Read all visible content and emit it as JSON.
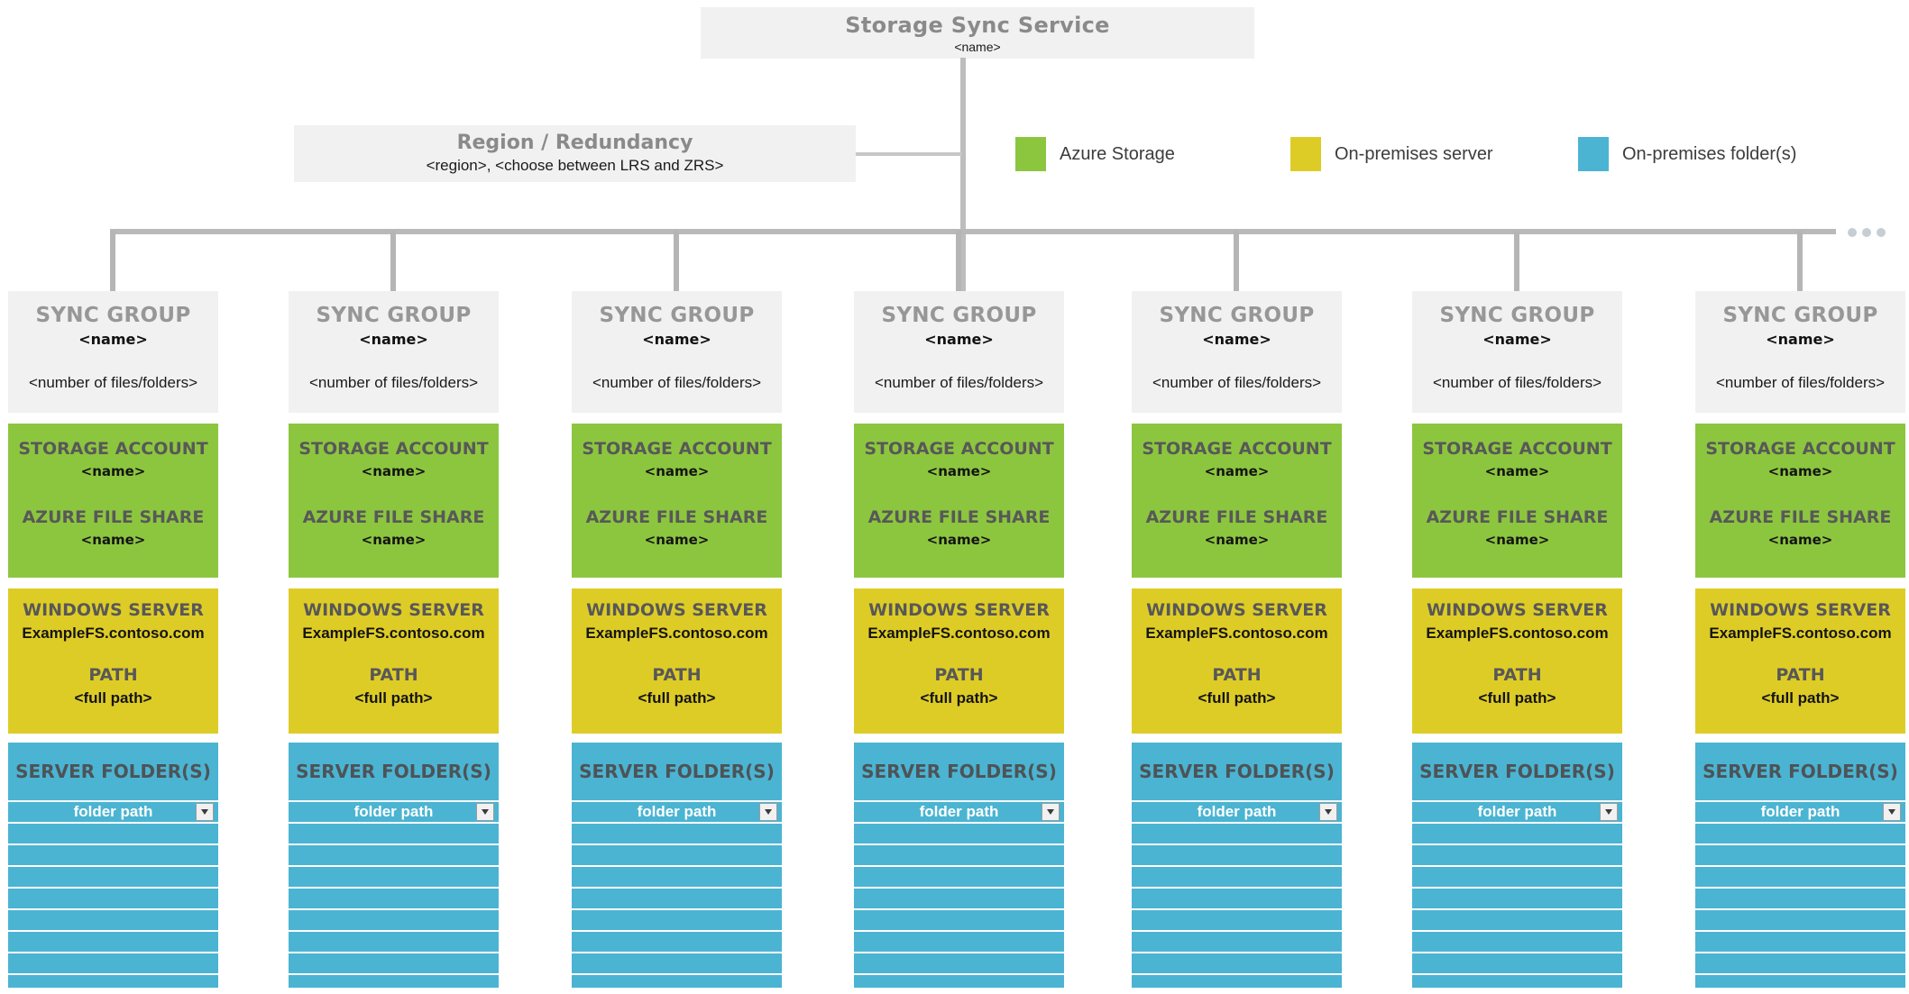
{
  "service_box": {
    "title": "Storage Sync Service",
    "name": "<name>"
  },
  "region_box": {
    "title": "Region / Redundancy",
    "subtitle": "<region>, <choose between LRS and ZRS>"
  },
  "legend": {
    "items": [
      {
        "label": "Azure Storage",
        "color": "#8CC63F"
      },
      {
        "label": "On-premises server",
        "color": "#DECC26"
      },
      {
        "label": "On-premises folder(s)",
        "color": "#4BB4D2"
      }
    ]
  },
  "ellipsis": "...",
  "colors": {
    "azure_green": "#8CC63F",
    "server_yellow": "#DECC26",
    "folder_teal": "#4BB4D2",
    "box_gray": "#F1F1F1",
    "connector_gray": "#B8B8B8"
  },
  "sync_groups": [
    {
      "header": {
        "title": "SYNC GROUP",
        "name": "<name>",
        "count": "<number of files/folders>"
      },
      "storage": {
        "account_label": "STORAGE ACCOUNT",
        "account_name": "<name>",
        "share_label": "AZURE FILE SHARE",
        "share_name": "<name>"
      },
      "server": {
        "label": "WINDOWS SERVER",
        "hostname": "ExampleFS.contoso.com",
        "path_label": "PATH",
        "path_value": "<full path>"
      },
      "folders": {
        "label": "SERVER FOLDER(S)",
        "selected": "folder path",
        "empty_rows": 7
      }
    },
    {
      "header": {
        "title": "SYNC GROUP",
        "name": "<name>",
        "count": "<number of files/folders>"
      },
      "storage": {
        "account_label": "STORAGE ACCOUNT",
        "account_name": "<name>",
        "share_label": "AZURE FILE SHARE",
        "share_name": "<name>"
      },
      "server": {
        "label": "WINDOWS SERVER",
        "hostname": "ExampleFS.contoso.com",
        "path_label": "PATH",
        "path_value": "<full path>"
      },
      "folders": {
        "label": "SERVER FOLDER(S)",
        "selected": "folder path",
        "empty_rows": 7
      }
    },
    {
      "header": {
        "title": "SYNC GROUP",
        "name": "<name>",
        "count": "<number of files/folders>"
      },
      "storage": {
        "account_label": "STORAGE ACCOUNT",
        "account_name": "<name>",
        "share_label": "AZURE FILE SHARE",
        "share_name": "<name>"
      },
      "server": {
        "label": "WINDOWS SERVER",
        "hostname": "ExampleFS.contoso.com",
        "path_label": "PATH",
        "path_value": "<full path>"
      },
      "folders": {
        "label": "SERVER FOLDER(S)",
        "selected": "folder path",
        "empty_rows": 7
      }
    },
    {
      "header": {
        "title": "SYNC GROUP",
        "name": "<name>",
        "count": "<number of files/folders>"
      },
      "storage": {
        "account_label": "STORAGE ACCOUNT",
        "account_name": "<name>",
        "share_label": "AZURE FILE SHARE",
        "share_name": "<name>"
      },
      "server": {
        "label": "WINDOWS SERVER",
        "hostname": "ExampleFS.contoso.com",
        "path_label": "PATH",
        "path_value": "<full path>"
      },
      "folders": {
        "label": "SERVER FOLDER(S)",
        "selected": "folder path",
        "empty_rows": 7
      }
    },
    {
      "header": {
        "title": "SYNC GROUP",
        "name": "<name>",
        "count": "<number of files/folders>"
      },
      "storage": {
        "account_label": "STORAGE ACCOUNT",
        "account_name": "<name>",
        "share_label": "AZURE FILE SHARE",
        "share_name": "<name>"
      },
      "server": {
        "label": "WINDOWS SERVER",
        "hostname": "ExampleFS.contoso.com",
        "path_label": "PATH",
        "path_value": "<full path>"
      },
      "folders": {
        "label": "SERVER FOLDER(S)",
        "selected": "folder path",
        "empty_rows": 7
      }
    },
    {
      "header": {
        "title": "SYNC GROUP",
        "name": "<name>",
        "count": "<number of files/folders>"
      },
      "storage": {
        "account_label": "STORAGE ACCOUNT",
        "account_name": "<name>",
        "share_label": "AZURE FILE SHARE",
        "share_name": "<name>"
      },
      "server": {
        "label": "WINDOWS SERVER",
        "hostname": "ExampleFS.contoso.com",
        "path_label": "PATH",
        "path_value": "<full path>"
      },
      "folders": {
        "label": "SERVER FOLDER(S)",
        "selected": "folder path",
        "empty_rows": 7
      }
    },
    {
      "header": {
        "title": "SYNC GROUP",
        "name": "<name>",
        "count": "<number of files/folders>"
      },
      "storage": {
        "account_label": "STORAGE ACCOUNT",
        "account_name": "<name>",
        "share_label": "AZURE FILE SHARE",
        "share_name": "<name>"
      },
      "server": {
        "label": "WINDOWS SERVER",
        "hostname": "ExampleFS.contoso.com",
        "path_label": "PATH",
        "path_value": "<full path>"
      },
      "folders": {
        "label": "SERVER FOLDER(S)",
        "selected": "folder path",
        "empty_rows": 7
      }
    }
  ]
}
